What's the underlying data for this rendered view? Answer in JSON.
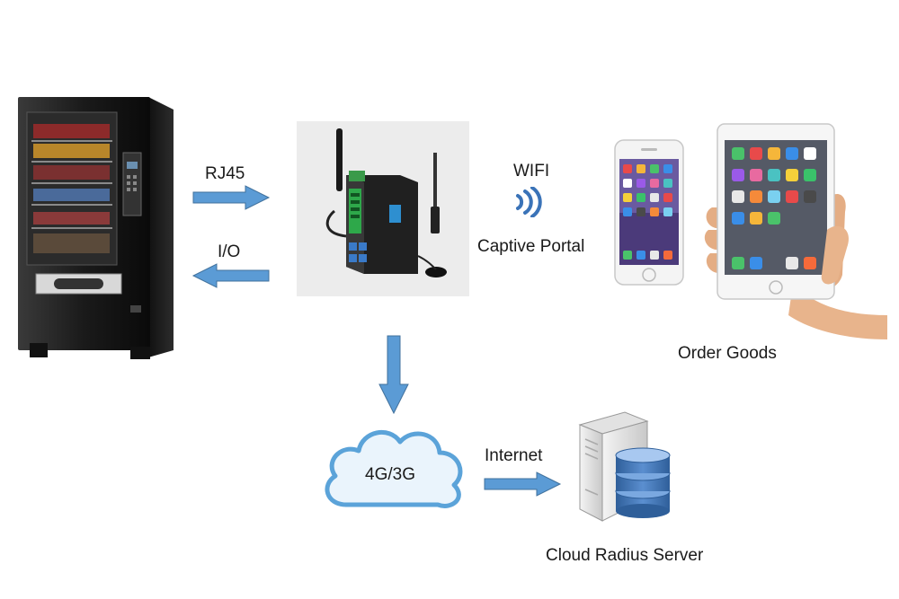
{
  "labels": {
    "rj45": "RJ45",
    "io": "I/O",
    "wifi": "WIFI",
    "captive_portal": "Captive Portal",
    "order_goods": "Order Goods",
    "network": "4G/3G",
    "internet": "Internet",
    "server": "Cloud Radius Server"
  },
  "colors": {
    "arrow": "#5b9bd5",
    "arrow_stroke": "#41719c",
    "cloud_stroke": "#5ba3d9",
    "cloud_fill": "#eaf4fc",
    "db_blue": "#3a73b8"
  }
}
